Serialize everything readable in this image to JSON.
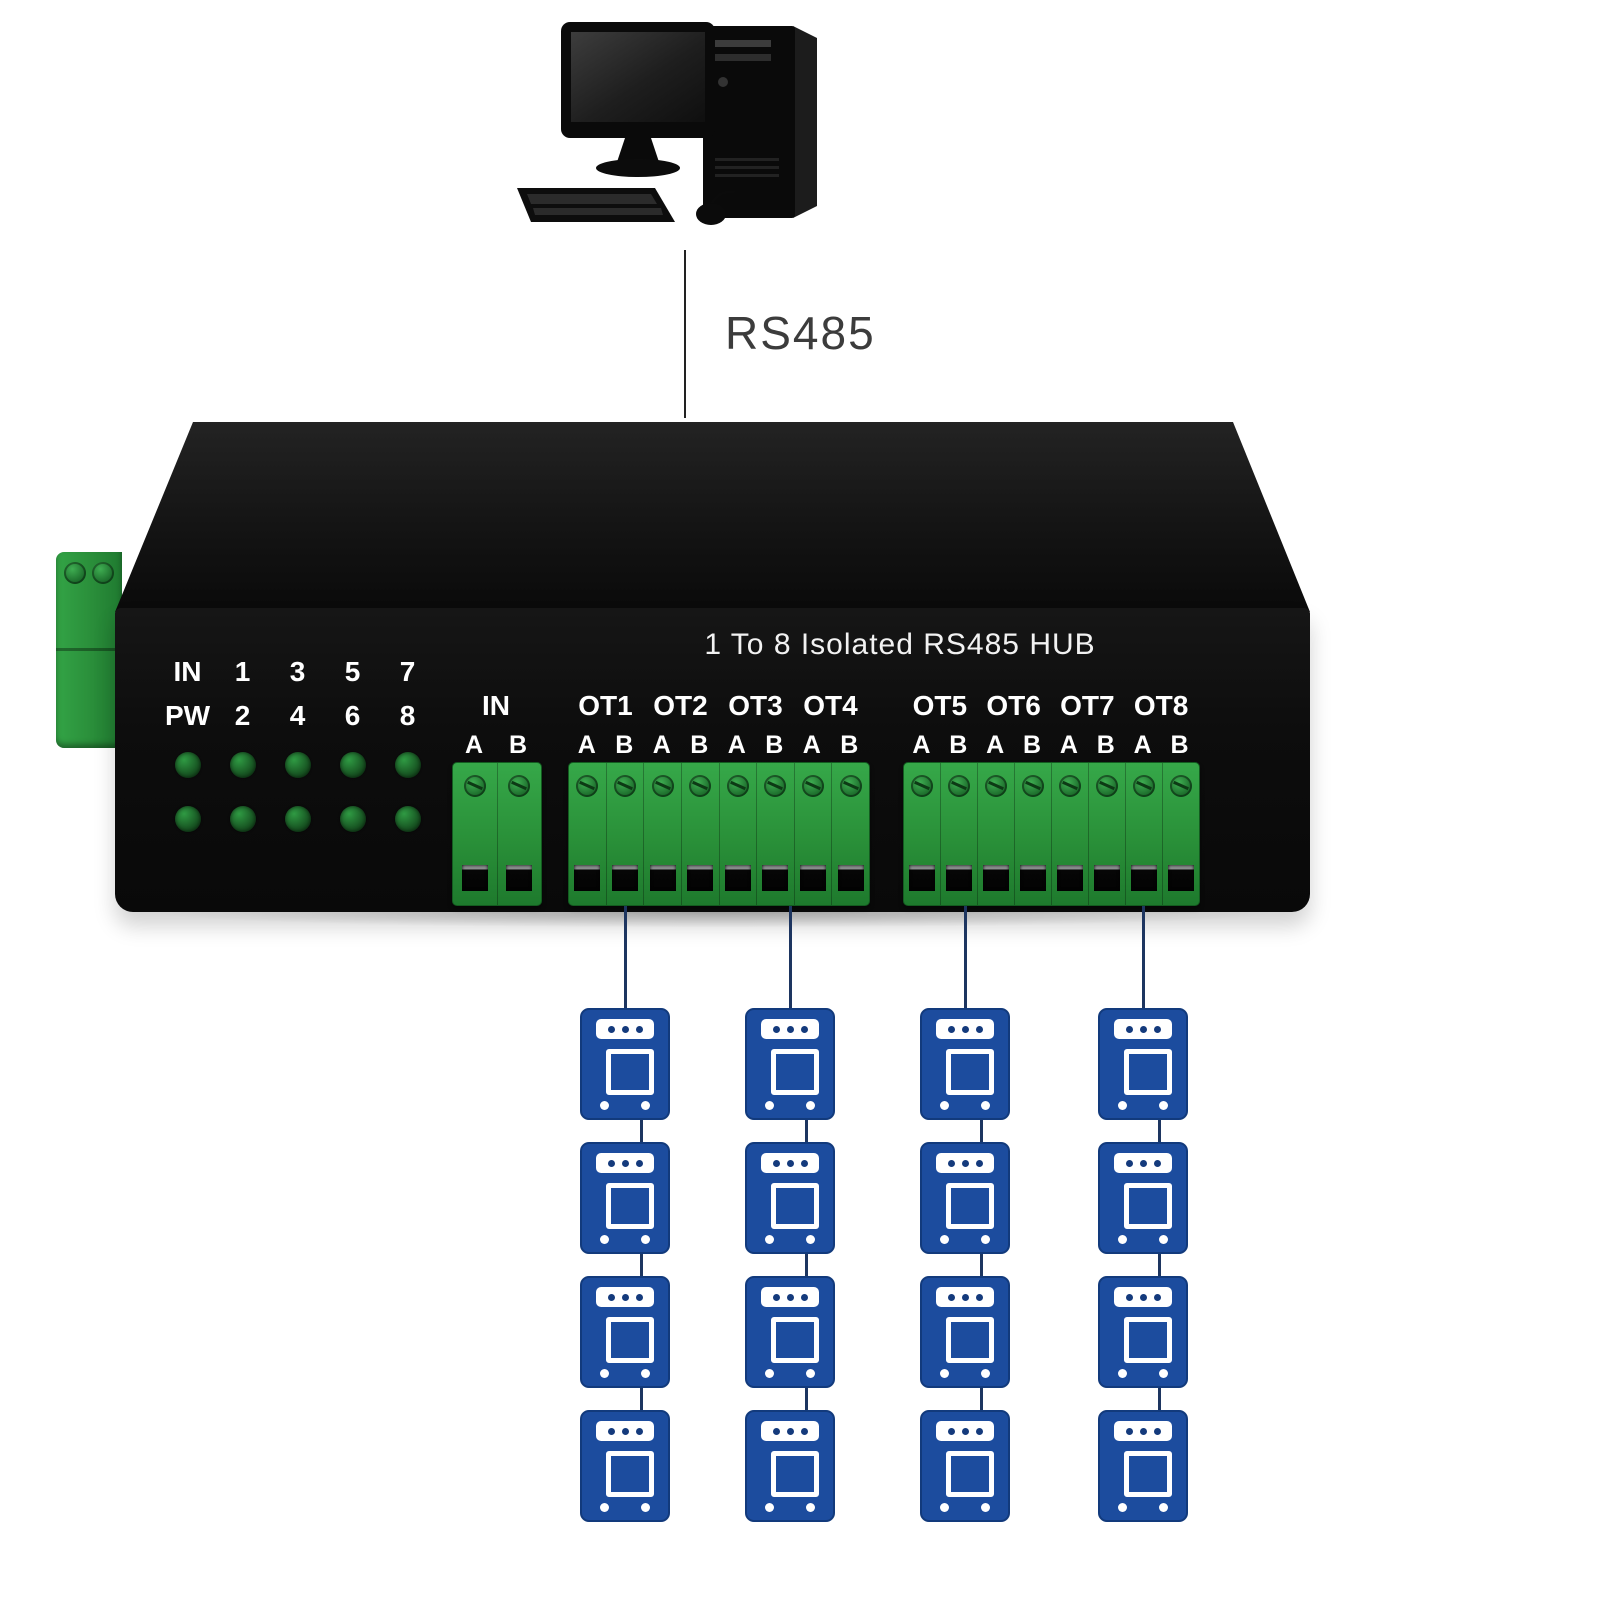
{
  "connection": {
    "bus_label": "RS485"
  },
  "hub": {
    "title": "1 To 8 Isolated RS485 HUB",
    "led_labels_row1": [
      "IN",
      "1",
      "3",
      "5",
      "7"
    ],
    "led_labels_row2": [
      "PW",
      "2",
      "4",
      "6",
      "8"
    ],
    "leds_per_row": 5,
    "input_port": {
      "label": "IN",
      "pins": [
        "A",
        "B"
      ]
    },
    "output_group_left": {
      "port_labels": [
        "OT1",
        "OT2",
        "OT3",
        "OT4"
      ],
      "pins": [
        "A",
        "B",
        "A",
        "B",
        "A",
        "B",
        "A",
        "B"
      ]
    },
    "output_group_right": {
      "port_labels": [
        "OT5",
        "OT6",
        "OT7",
        "OT8"
      ],
      "pins": [
        "A",
        "B",
        "A",
        "B",
        "A",
        "B",
        "A",
        "B"
      ]
    }
  },
  "devices": {
    "chains": 4,
    "devices_per_chain": 4
  },
  "colors": {
    "hub_body": "#0d0d0d",
    "terminal_green": "#2a9139",
    "led_green": "#1d6b2a",
    "meter_blue": "#1c4c9e",
    "wire_dark": "#1d3560",
    "label_white": "#f2f2f2"
  }
}
